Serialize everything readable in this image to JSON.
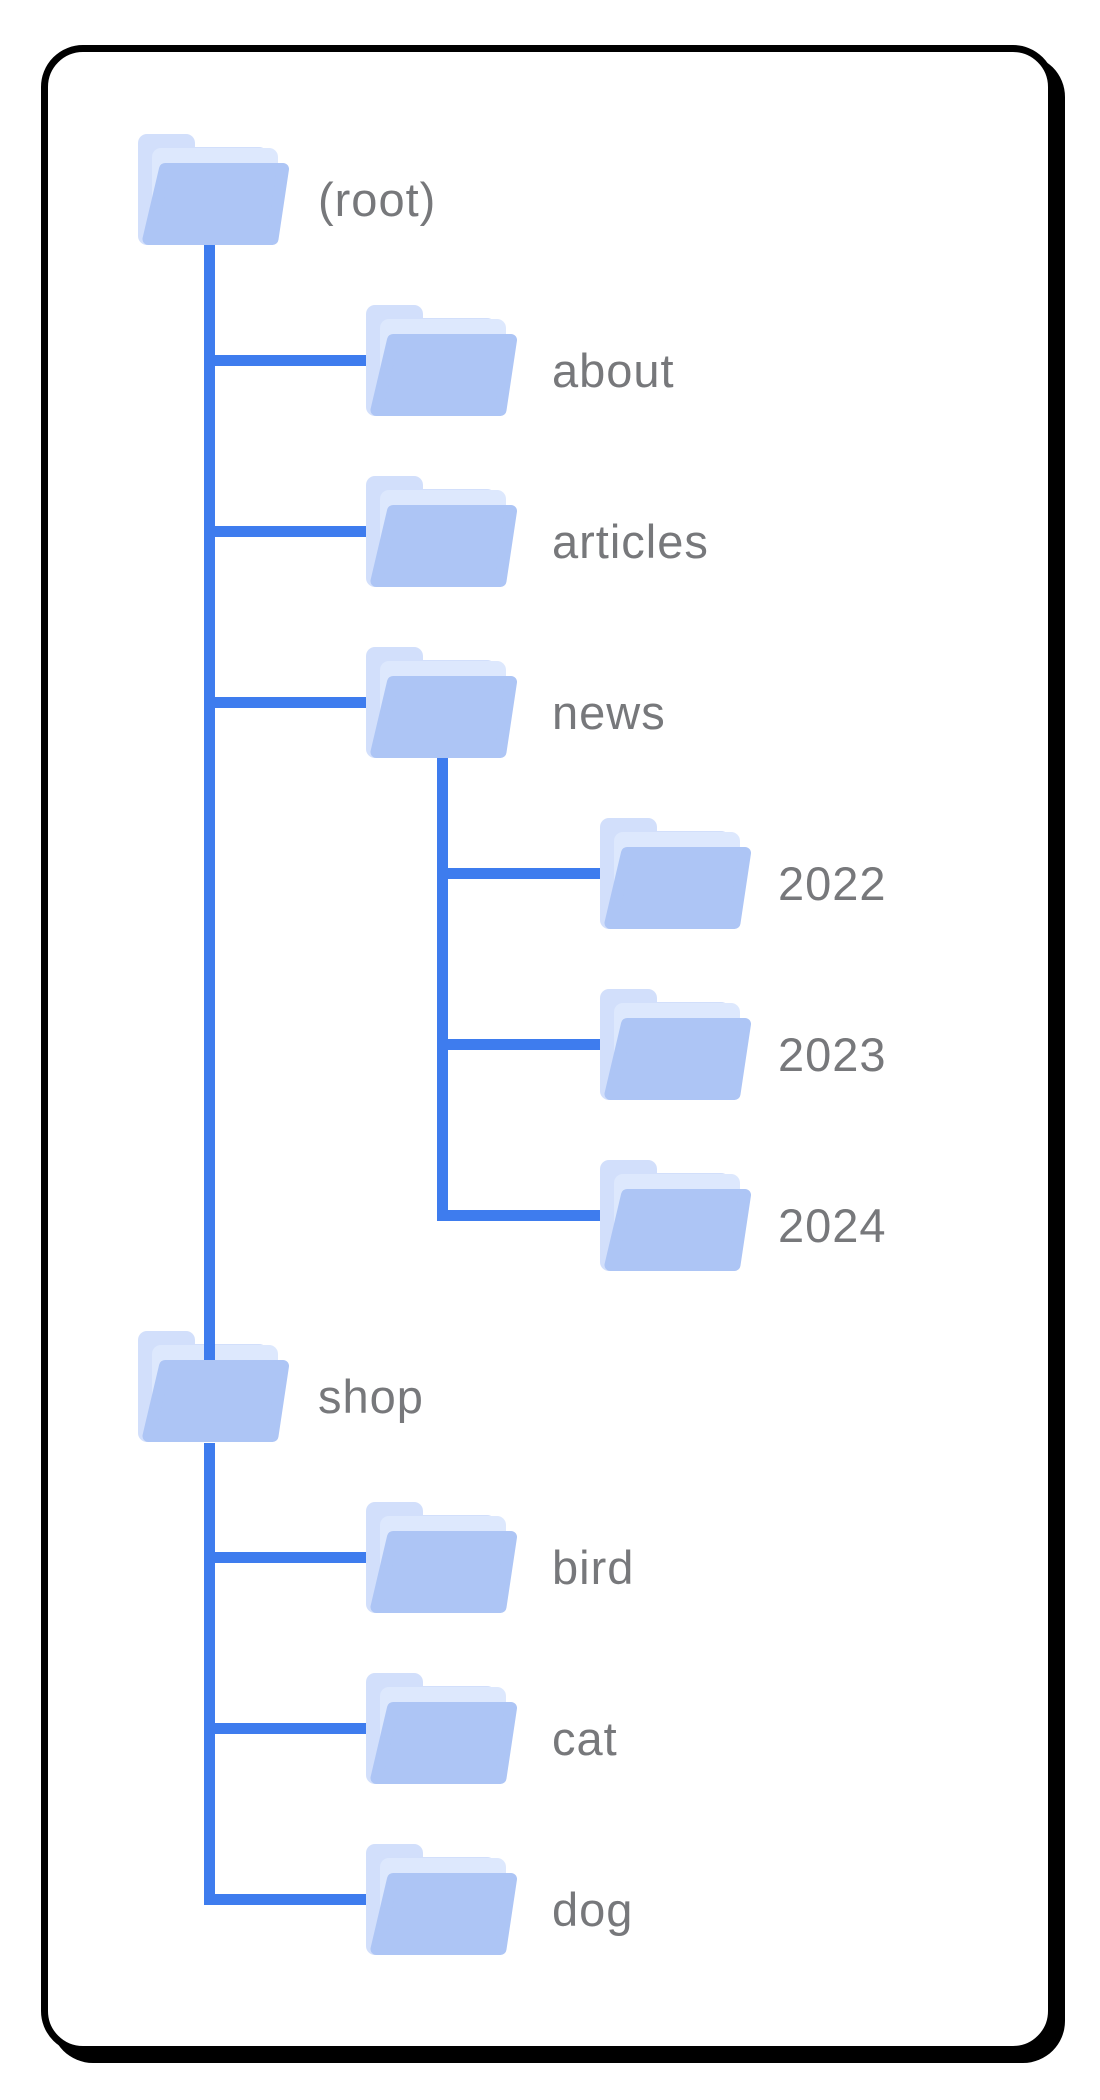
{
  "diagram": {
    "kind": "folder-tree",
    "description": "Site folder hierarchy diagram"
  },
  "tree": {
    "nodes": [
      {
        "id": "root",
        "label": "(root)",
        "level": 0,
        "parent": null
      },
      {
        "id": "about",
        "label": "about",
        "level": 1,
        "parent": "root"
      },
      {
        "id": "articles",
        "label": "articles",
        "level": 1,
        "parent": "root"
      },
      {
        "id": "news",
        "label": "news",
        "level": 1,
        "parent": "root"
      },
      {
        "id": "y2022",
        "label": "2022",
        "level": 2,
        "parent": "news"
      },
      {
        "id": "y2023",
        "label": "2023",
        "level": 2,
        "parent": "news"
      },
      {
        "id": "y2024",
        "label": "2024",
        "level": 2,
        "parent": "news"
      },
      {
        "id": "shop",
        "label": "shop",
        "level": 1,
        "parent": "root"
      },
      {
        "id": "bird",
        "label": "bird",
        "level": 2,
        "parent": "shop"
      },
      {
        "id": "cat",
        "label": "cat",
        "level": 2,
        "parent": "shop"
      },
      {
        "id": "dog",
        "label": "dog",
        "level": 2,
        "parent": "shop"
      }
    ]
  },
  "icons": {
    "node_icon": "open-folder-icon"
  },
  "colors": {
    "connector_line": "#3e7cee",
    "folder_front": "#adc5f5",
    "folder_middle": "#dde8fd",
    "folder_back": "#d2dffb",
    "label_text": "#77787b",
    "card_border": "#000000",
    "card_shadow": "#000000",
    "background": "#ffffff"
  }
}
